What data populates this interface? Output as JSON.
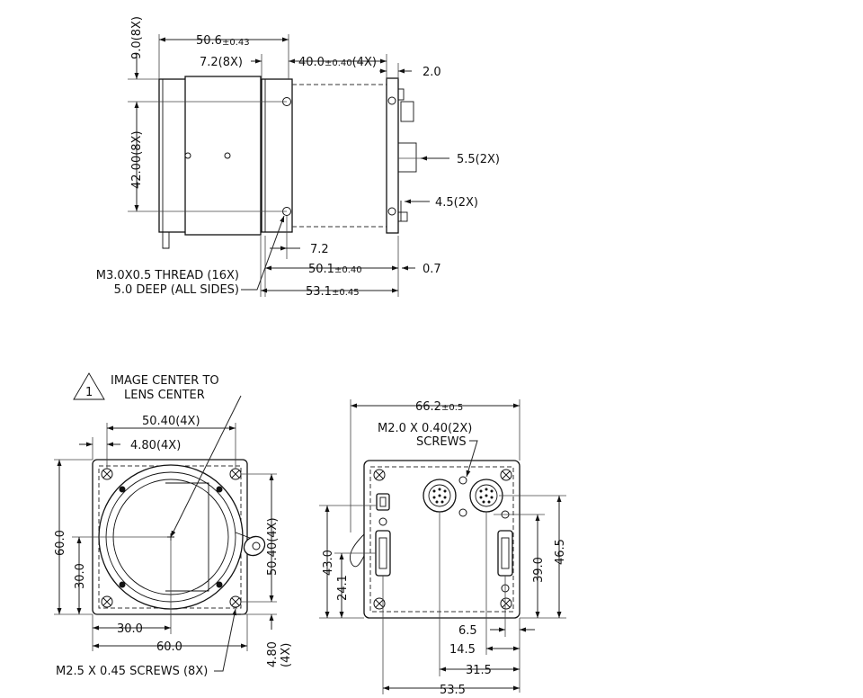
{
  "side_view": {
    "dims": {
      "d_9_8x": "9.0(8X)",
      "d_50_6_main": "50.6",
      "d_50_6_tol": "±0.43",
      "d_7_2_8x": "7.2(8X)",
      "d_40_main": "40.0",
      "d_40_tol": "±0.40",
      "d_40_suffix": "(4X)",
      "d_2_0": "2.0",
      "d_42_8x": "42.00(8X)",
      "d_5_5_2x": "5.5(2X)",
      "d_4_5_2x": "4.5(2X)",
      "d_7_2": "7.2",
      "d_50_1_main": "50.1",
      "d_50_1_tol": "±0.40",
      "d_0_7": "0.7",
      "d_53_1_main": "53.1",
      "d_53_1_tol": "±0.45"
    },
    "thread_note_line1": "M3.0X0.5 THREAD (16X)",
    "thread_note_line2": "5.0 DEEP (ALL SIDES)"
  },
  "front_view": {
    "note_number": "1",
    "note_line1": "IMAGE CENTER TO",
    "note_line2": "LENS CENTER",
    "dims": {
      "d_50_40_4x_top": "50.40(4X)",
      "d_4_80_4x_top": "4.80(4X)",
      "d_60_0_left": "60.0",
      "d_30_0_left": "30.0",
      "d_50_40_4x_right": "50.40(4X)",
      "d_30_0_bottom": "30.0",
      "d_60_0_bottom": "60.0",
      "d_4_80_right": "4.80",
      "d_4x_right": "(4X)"
    },
    "screw_note": "M2.5 X 0.45 SCREWS (8X)"
  },
  "rear_view": {
    "dims": {
      "d_66_2_main": "66.2",
      "d_66_2_tol": "±0.5",
      "d_43_0": "43.0",
      "d_24_1": "24.1",
      "d_39_0": "39.0",
      "d_46_5": "46.5",
      "d_6_5": "6.5",
      "d_14_5": "14.5",
      "d_31_5": "31.5",
      "d_53_5": "53.5"
    },
    "screw_note_line1": "M2.0 X 0.40(2X)",
    "screw_note_line2": "SCREWS"
  }
}
